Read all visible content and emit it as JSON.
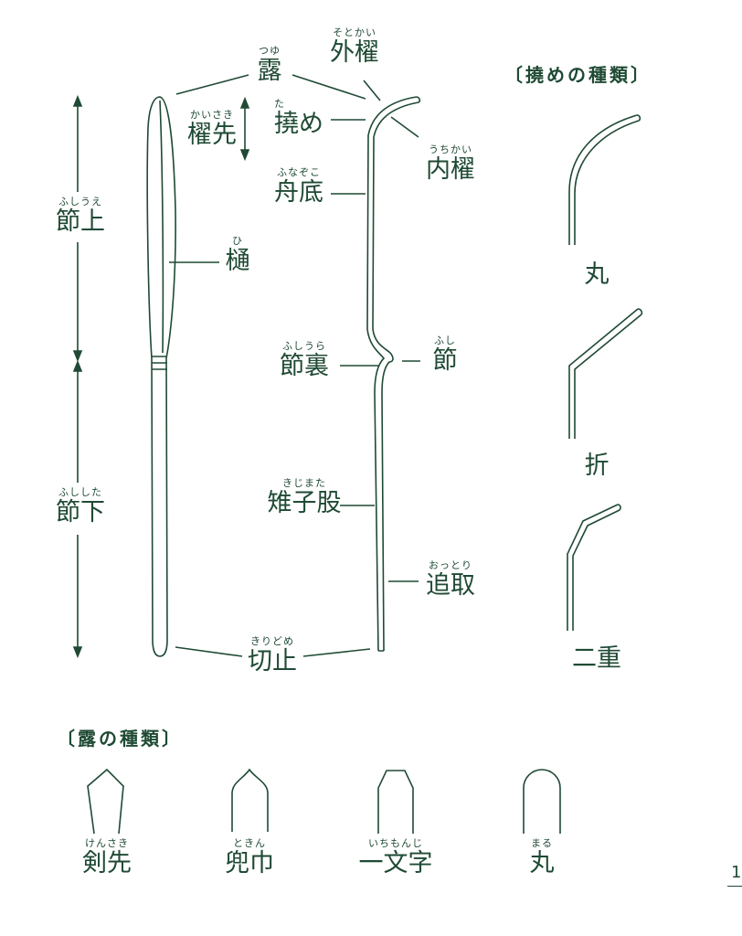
{
  "color": "#1f4a34",
  "parts": [
    {
      "id": "tsuyu",
      "ruby": "つゆ",
      "kanji": "露"
    },
    {
      "id": "sotokai",
      "ruby": "そとかい",
      "kanji": "外櫂"
    },
    {
      "id": "kaisaki",
      "ruby": "かいさき",
      "kanji": "櫂先"
    },
    {
      "id": "tame",
      "ruby": "た",
      "kanji": "撓め"
    },
    {
      "id": "uchikai",
      "ruby": "うちかい",
      "kanji": "内櫂"
    },
    {
      "id": "funazoko",
      "ruby": "ふなぞこ",
      "kanji": "舟底"
    },
    {
      "id": "fushiue",
      "ruby": "ふしうえ",
      "kanji": "節上"
    },
    {
      "id": "hi",
      "ruby": "ひ",
      "kanji": "樋"
    },
    {
      "id": "fushiura",
      "ruby": "ふしうら",
      "kanji": "節裏"
    },
    {
      "id": "fushi",
      "ruby": "ふし",
      "kanji": "節"
    },
    {
      "id": "kijimata",
      "ruby": "きじまた",
      "kanji": "雉子股"
    },
    {
      "id": "fushishita",
      "ruby": "ふしした",
      "kanji": "節下"
    },
    {
      "id": "ottori",
      "ruby": "おっとり",
      "kanji": "追取"
    },
    {
      "id": "kiridome",
      "ruby": "きりどめ",
      "kanji": "切止"
    }
  ],
  "tame_types": {
    "heading": "〔撓めの種類〕",
    "items": [
      "丸",
      "折",
      "二重"
    ]
  },
  "tsuyu_types": {
    "heading": "〔露の種類〕",
    "items": [
      {
        "ruby": "けんさき",
        "kanji": "剣先"
      },
      {
        "ruby": "ときん",
        "kanji": "兜巾"
      },
      {
        "ruby": "いちもんじ",
        "kanji": "一文字"
      },
      {
        "ruby": "まる",
        "kanji": "丸"
      }
    ]
  },
  "page_number": "1"
}
